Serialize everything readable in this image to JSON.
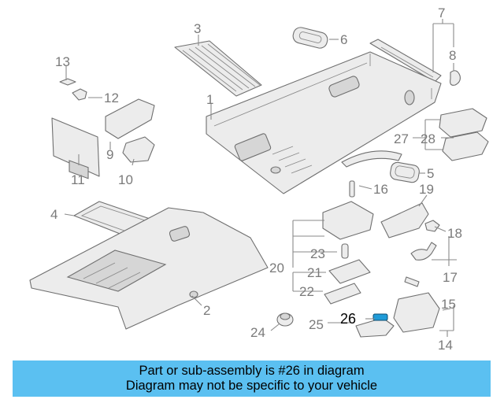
{
  "diagram": {
    "highlight_color": "#1f9bd8",
    "callouts": {
      "c1": "1",
      "c2": "2",
      "c3": "3",
      "c4": "4",
      "c5": "5",
      "c6": "6",
      "c7": "7",
      "c8": "8",
      "c9": "9",
      "c10": "10",
      "c11": "11",
      "c12": "12",
      "c13": "13",
      "c14": "14",
      "c15": "15",
      "c16": "16",
      "c17": "17",
      "c18": "18",
      "c19": "19",
      "c20": "20",
      "c21": "21",
      "c22": "22",
      "c23": "23",
      "c24": "24",
      "c25": "25",
      "c26": "26",
      "c27": "27",
      "c28": "28"
    }
  },
  "banner": {
    "background": "#5bc0f1",
    "line1": "Part or sub-assembly is #26 in diagram",
    "line2": "Diagram may not be specific to your vehicle"
  }
}
